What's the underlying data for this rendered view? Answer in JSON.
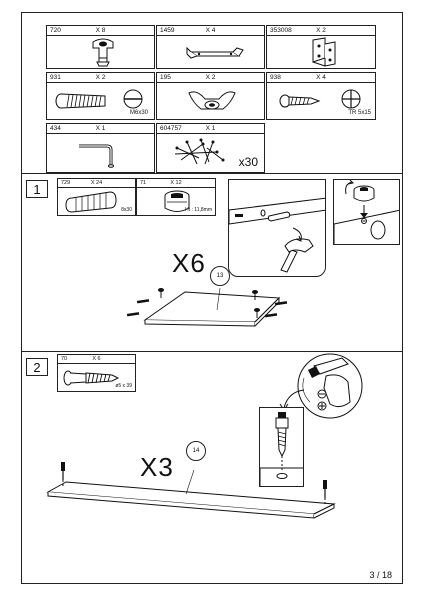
{
  "parts_table": [
    {
      "code": "720",
      "qty": "X 8",
      "note": "",
      "icon": "cam-bolt-icon"
    },
    {
      "code": "1459",
      "qty": "X 4",
      "note": "",
      "icon": "bracket-plate-icon"
    },
    {
      "code": "353008",
      "qty": "X 2",
      "note": "",
      "icon": "corner-bracket-icon"
    },
    {
      "code": "931",
      "qty": "X 2",
      "note": "M6x30",
      "icon": "bolt-icon"
    },
    {
      "code": "195",
      "qty": "X 2",
      "note": "",
      "icon": "wing-nut-icon"
    },
    {
      "code": "938",
      "qty": "X 4",
      "note": "TR 5x15",
      "icon": "screw-icon"
    },
    {
      "code": "434",
      "qty": "X 1",
      "note": "",
      "icon": "allen-key-icon"
    },
    {
      "code": "604757",
      "qty": "X 1",
      "note": "",
      "icon": "nails-bag-icon",
      "extra": "x30"
    }
  ],
  "step1": {
    "number": "1",
    "parts": [
      {
        "code": "729",
        "qty": "X 24",
        "note": "8x30",
        "icon": "dowel-icon"
      },
      {
        "code": "71",
        "qty": "X 12",
        "note": "Ht : 11,8mm",
        "icon": "cam-lock-icon"
      }
    ],
    "multiplier": "X6",
    "callout": "13"
  },
  "step2": {
    "number": "2",
    "parts": [
      {
        "code": "70",
        "qty": "X 6",
        "note": "ø5 x 39",
        "icon": "confirmat-screw-icon"
      }
    ],
    "multiplier": "X3",
    "callout": "14"
  },
  "page": "3 / 18"
}
